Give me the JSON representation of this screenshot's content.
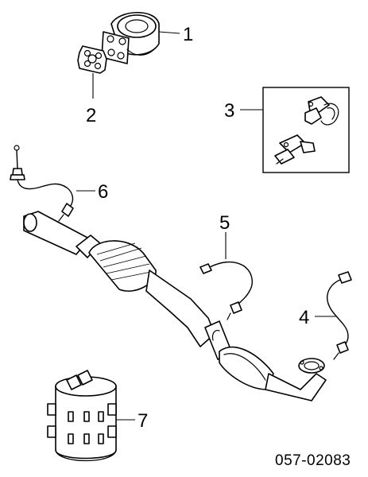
{
  "callouts": [
    {
      "id": "egr-valve",
      "label": "1"
    },
    {
      "id": "gasket",
      "label": "2"
    },
    {
      "id": "solenoid-kit",
      "label": "3"
    },
    {
      "id": "rear-oxygen-sensor",
      "label": "4"
    },
    {
      "id": "middle-oxygen-sensor",
      "label": "5"
    },
    {
      "id": "front-oxygen-sensor",
      "label": "6"
    },
    {
      "id": "canister",
      "label": "7"
    }
  ],
  "diagram_code": "057-02083"
}
